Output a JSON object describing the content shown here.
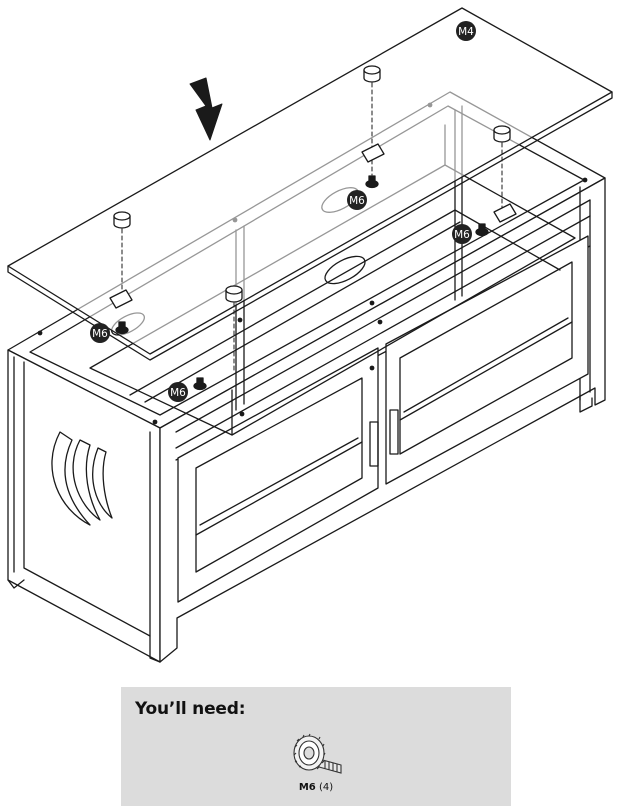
{
  "callouts": {
    "glass": "M4",
    "foot": "M6"
  },
  "needs": {
    "title": "You’ll need:",
    "part_code": "M6",
    "part_qty": "(4)"
  },
  "colors": {
    "line": "#1a1a1a",
    "callout_fill": "#222222",
    "panel": "#dcdcdc"
  },
  "icons": [
    "down-arrow-icon",
    "glass-foot-icon"
  ]
}
